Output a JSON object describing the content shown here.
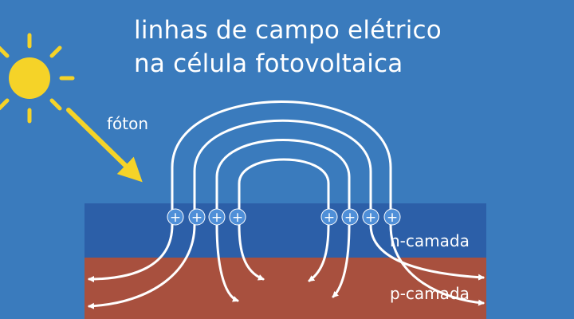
{
  "title": {
    "line1": "linhas de campo elétrico",
    "line2": "na célula fotovoltaica"
  },
  "labels": {
    "photon": "fóton",
    "n_layer": "n-camada",
    "p_layer": "p-camada"
  },
  "charges": {
    "symbol": "+",
    "left_group": 4,
    "right_group": 4
  },
  "colors": {
    "background": "#3a7bbd",
    "n_layer": "#2c5fa8",
    "p_layer": "#a8503e",
    "sun": "#f5d328",
    "photon_arrow": "#f5d328",
    "field_lines": "#ffffff",
    "charge_fill": "#4f8fd8"
  },
  "icons": [
    "sun-icon",
    "photon-arrow-icon",
    "field-arrow-icon"
  ]
}
